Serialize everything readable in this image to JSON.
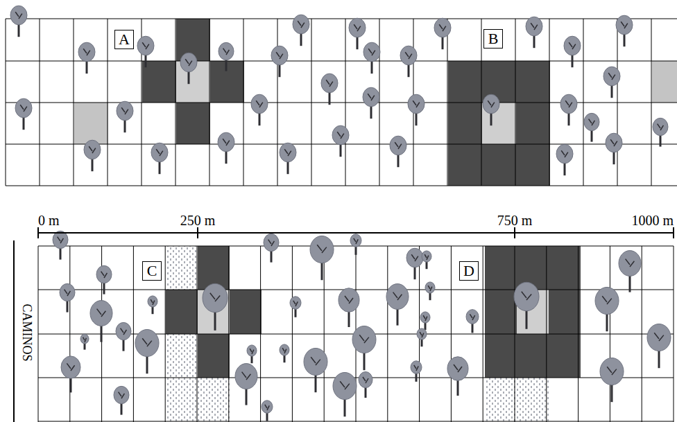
{
  "diagram": {
    "nodes": [
      {
        "text": [
          "A"
        ]
      },
      {
        "text": [
          "B"
        ]
      },
      {
        "text": [
          "C"
        ]
      },
      {
        "text": [
          "D"
        ]
      }
    ],
    "labels": [
      "0 m",
      "250 m",
      "750 m",
      "1000 m",
      "CAMINOS"
    ]
  }
}
